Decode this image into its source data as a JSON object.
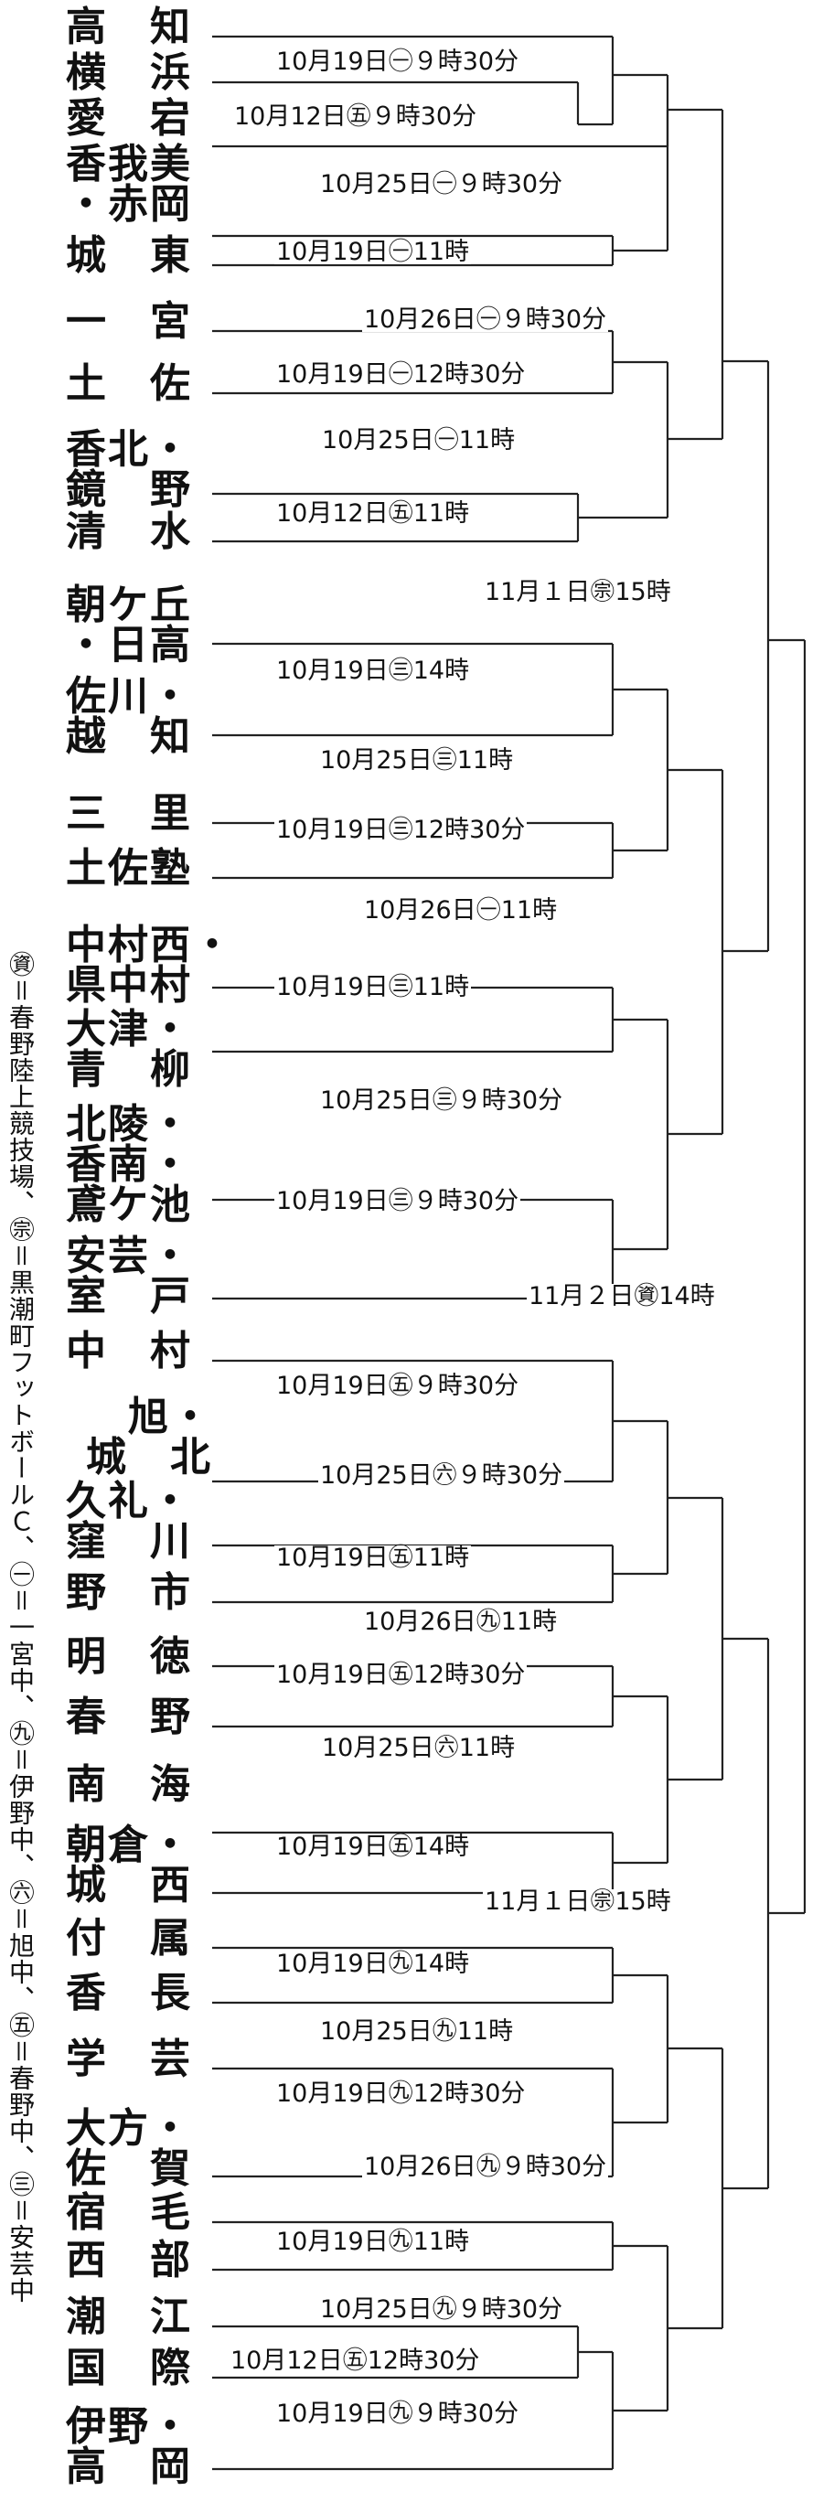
{
  "legend": "㊮＝春野陸上競技場、㊪＝黒潮町フットボールＣ、㊀＝一宮中、㊈＝伊野中、㊅＝旭中、㊄＝春野中、㊂＝安芸中",
  "teams": [
    {
      "name": "高　知",
      "align": "l"
    },
    {
      "name": "横　浜",
      "align": "l"
    },
    {
      "name": "愛　宕",
      "align": "l"
    },
    {
      "name": "香我美\n・赤岡",
      "align": "l"
    },
    {
      "name": "城　東",
      "align": "l"
    },
    {
      "name": "一　宮",
      "align": "l"
    },
    {
      "name": "土　佐",
      "align": "l"
    },
    {
      "name": "香北・\n鏡　野",
      "align": "l"
    },
    {
      "name": "清　水",
      "align": "l"
    },
    {
      "name": "朝ケ丘\n・日高",
      "align": "l"
    },
    {
      "name": "佐川・\n越　知",
      "align": "l"
    },
    {
      "name": "三　里",
      "align": "l"
    },
    {
      "name": "土佐塾",
      "align": "l"
    },
    {
      "name": "中村西・\n県中村",
      "align": "l"
    },
    {
      "name": "大津・\n青　柳",
      "align": "l"
    },
    {
      "name": "北陵・\n香南・\n鳶ケ池",
      "align": "l"
    },
    {
      "name": "安芸・\n室　戸",
      "align": "l"
    },
    {
      "name": "中　村",
      "align": "l"
    },
    {
      "name": "旭・\n城　北",
      "align": "r"
    },
    {
      "name": "久礼・\n窪　川",
      "align": "l"
    },
    {
      "name": "野　市",
      "align": "l"
    },
    {
      "name": "明　徳",
      "align": "l"
    },
    {
      "name": "春　野",
      "align": "l"
    },
    {
      "name": "南　海",
      "align": "l"
    },
    {
      "name": "朝倉・\n城　西",
      "align": "l"
    },
    {
      "name": "付　属",
      "align": "l"
    },
    {
      "name": "香　長",
      "align": "l"
    },
    {
      "name": "学　芸",
      "align": "l"
    },
    {
      "name": "大方・\n佐　賀",
      "align": "l"
    },
    {
      "name": "宿　毛",
      "align": "l"
    },
    {
      "name": "西　部",
      "align": "l"
    },
    {
      "name": "潮　江",
      "align": "l"
    },
    {
      "name": "国　際",
      "align": "l"
    },
    {
      "name": "伊野・\n高　岡",
      "align": "l"
    }
  ],
  "matches": [
    "10月19日㊀９時30分",
    "10月12日㊄９時30分",
    "10月25日㊀９時30分",
    "10月19日㊀11時",
    "10月26日㊀９時30分",
    "10月19日㊀12時30分",
    "10月25日㊀11時",
    "10月12日㊄11時",
    "11月１日㊪15時",
    "10月19日㊂14時",
    "10月25日㊂11時",
    "10月19日㊂12時30分",
    "10月26日㊀11時",
    "10月19日㊂11時",
    "10月25日㊂９時30分",
    "10月19日㊂９時30分",
    "11月２日㊮14時",
    "10月19日㊄９時30分",
    "10月25日㊅９時30分",
    "10月19日㊄11時",
    "10月26日㊈11時",
    "10月19日㊄12時30分",
    "10月25日㊅11時",
    "10月19日㊄14時",
    "11月１日㊪15時",
    "10月19日㊈14時",
    "10月25日㊈11時",
    "10月19日㊈12時30分",
    "10月26日㊈９時30分",
    "10月19日㊈11時",
    "10月25日㊈９時30分",
    "10月12日㊄12時30分",
    "10月19日㊈９時30分"
  ]
}
